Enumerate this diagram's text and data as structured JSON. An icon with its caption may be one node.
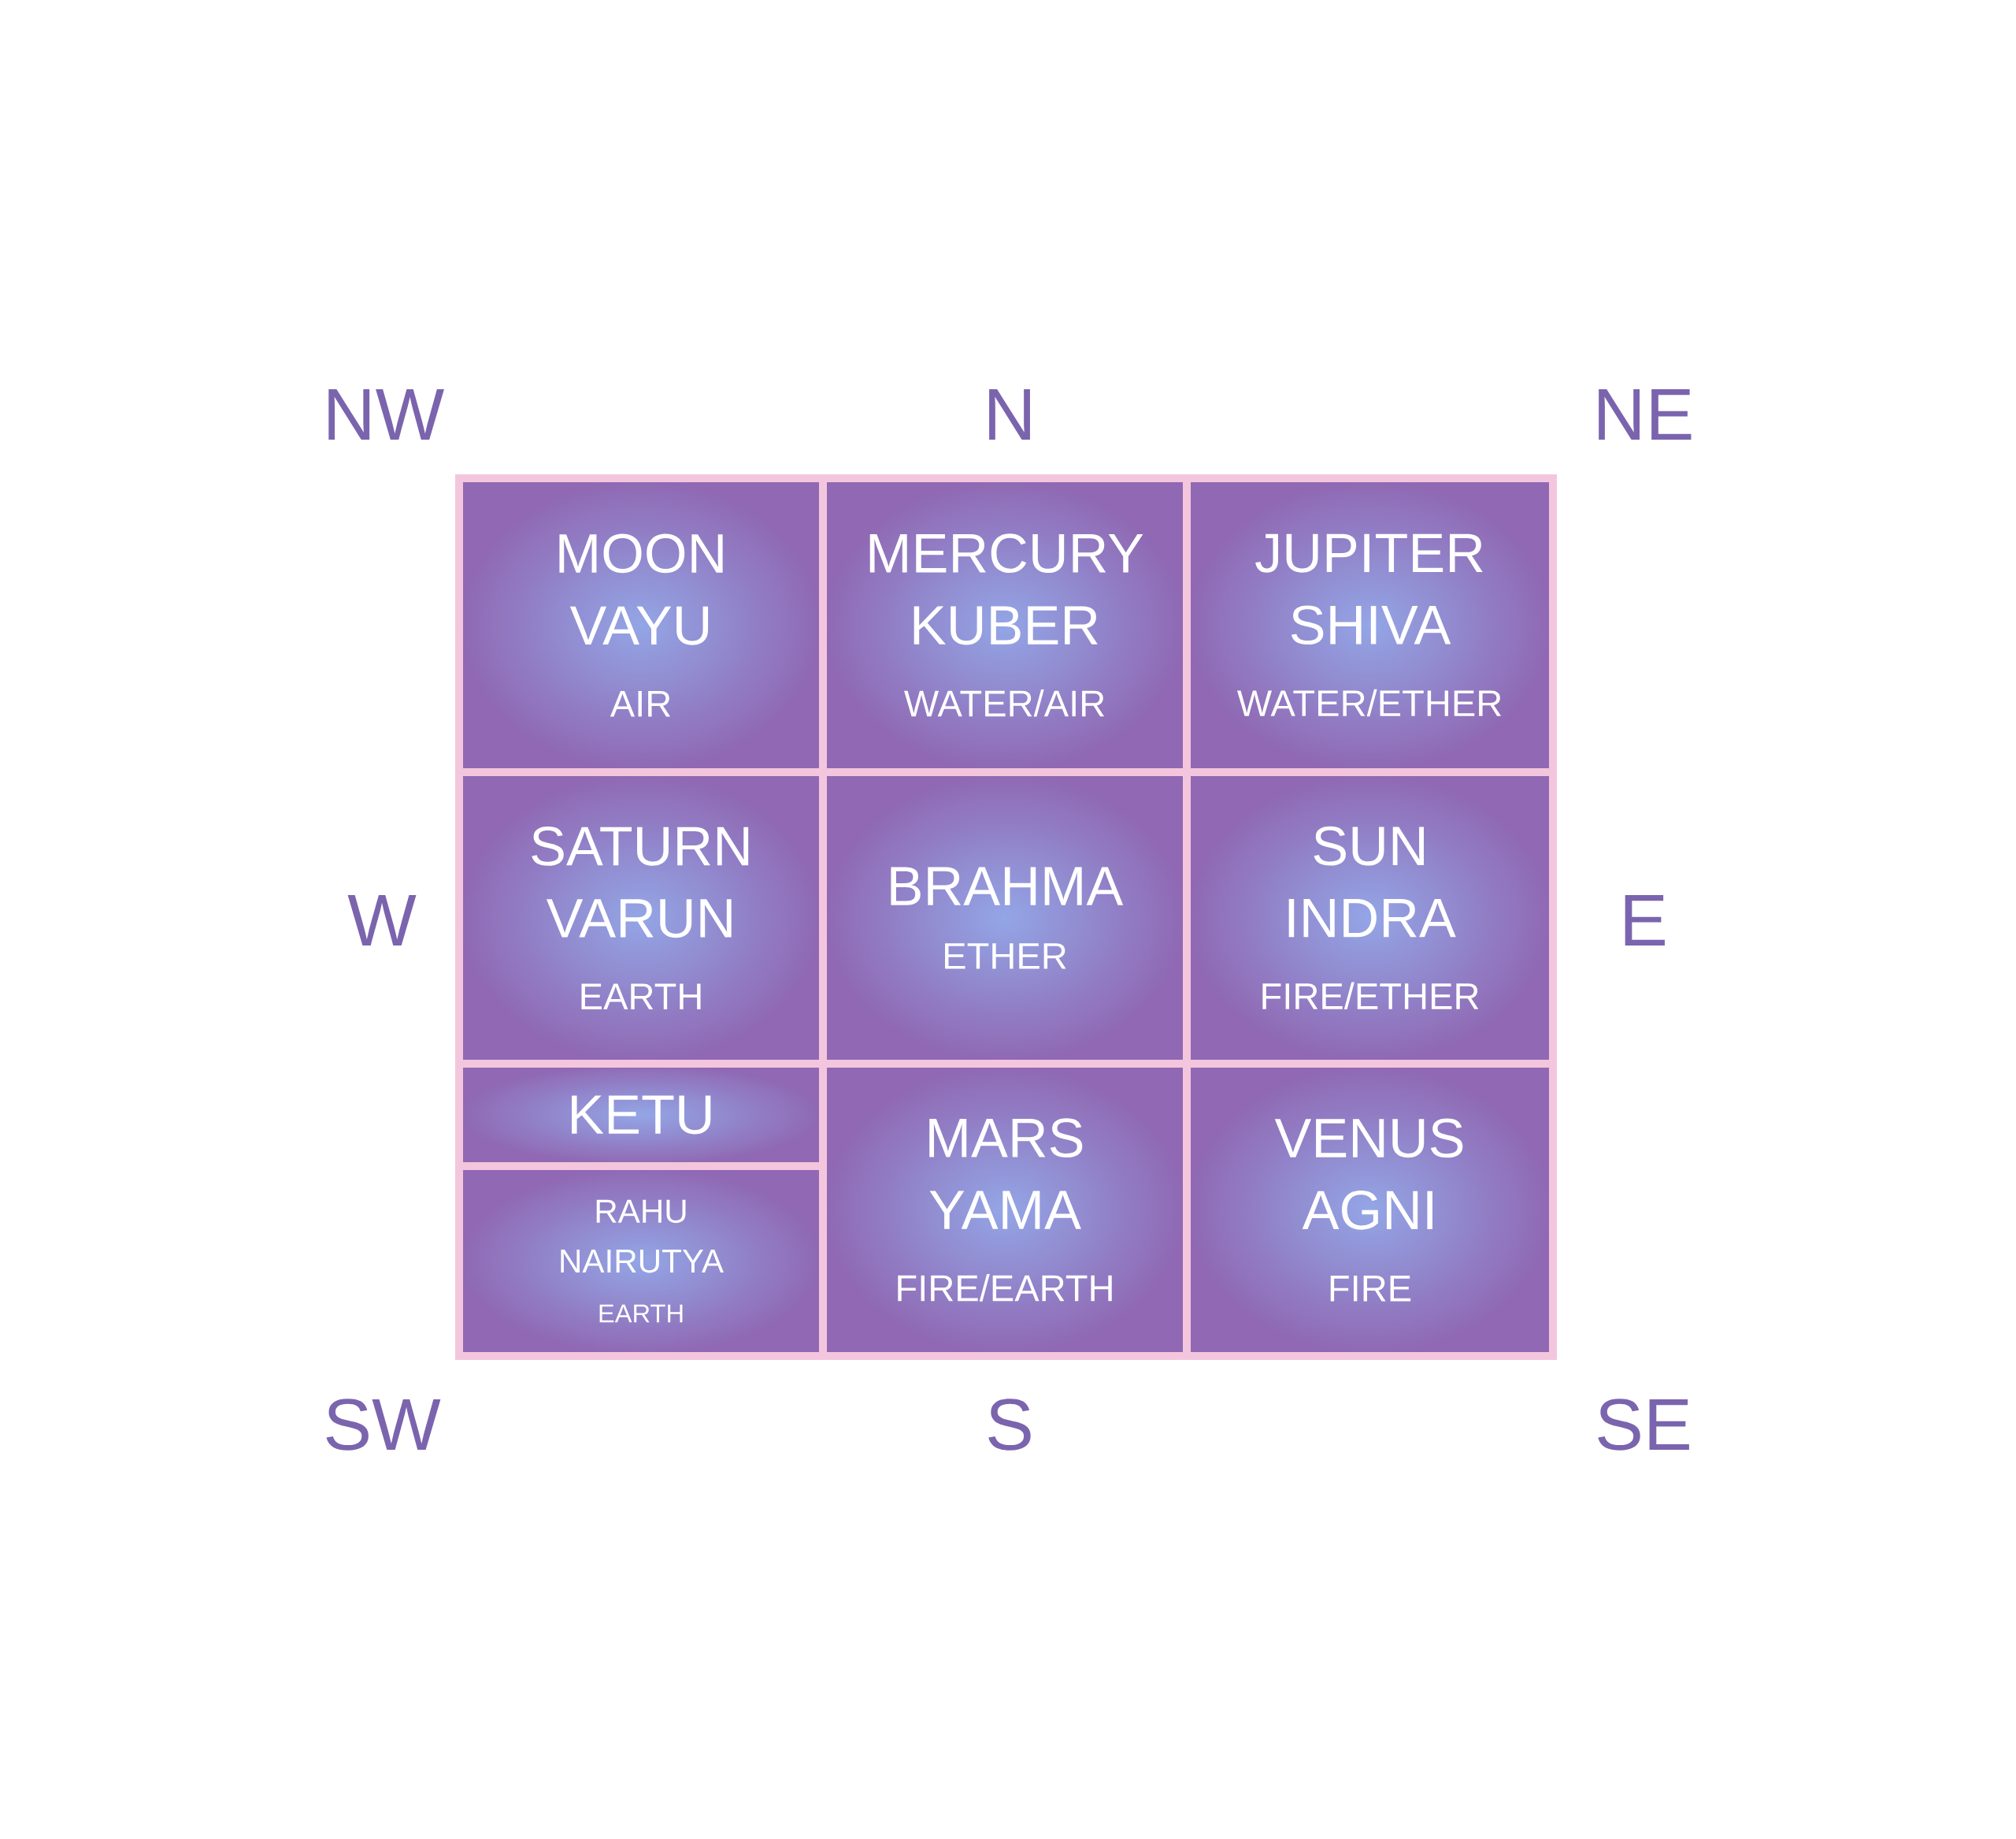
{
  "diagram": {
    "nodes": [
      {
        "text": [
          "MOON",
          "VAYU",
          "AIR"
        ]
      },
      {
        "text": [
          "MERCURY",
          "KUBER",
          "WATER/AIR"
        ]
      },
      {
        "text": [
          "JUPITER",
          "SHIVA",
          "WATER/ETHER"
        ]
      },
      {
        "text": [
          "SATURN",
          "VARUN",
          "EARTH"
        ]
      },
      {
        "text": [
          "BRAHMA",
          "ETHER"
        ]
      },
      {
        "text": [
          "SUN",
          "INDRA",
          "FIRE/ETHER"
        ]
      },
      {
        "text": [
          "KETU"
        ]
      },
      {
        "text": [
          "RAHU",
          "NAIRUTYA",
          "EARTH"
        ]
      },
      {
        "text": [
          "MARS",
          "YAMA",
          "FIRE/EARTH"
        ]
      },
      {
        "text": [
          "VENUS",
          "AGNI",
          "FIRE"
        ]
      }
    ],
    "labels": [
      "NW",
      "N",
      "NE",
      "W",
      "E",
      "SW",
      "S",
      "SE"
    ]
  }
}
